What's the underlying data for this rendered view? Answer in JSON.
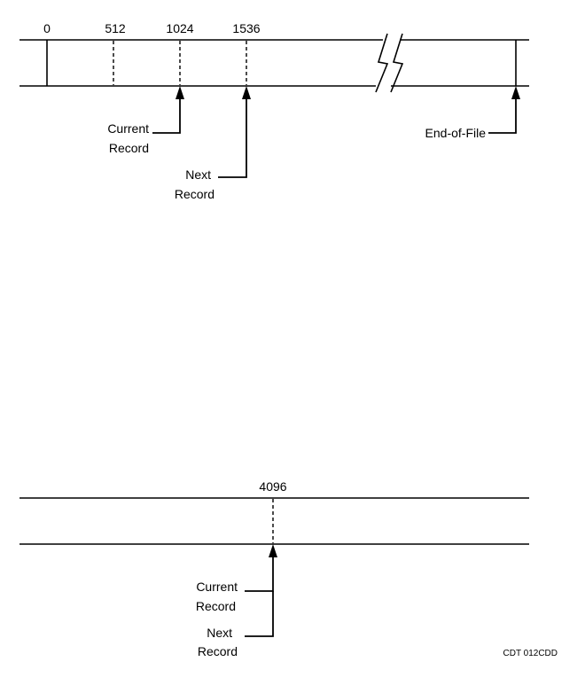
{
  "diagram_top": {
    "offsets": [
      "0",
      "512",
      "1024",
      "1536"
    ],
    "current_record": [
      "Current",
      "Record"
    ],
    "next_record": [
      "Next",
      "Record"
    ],
    "end_of_file": "End-of-File"
  },
  "diagram_bottom": {
    "offset": "4096",
    "current_record": [
      "Current",
      "Record"
    ],
    "next_record": [
      "Next",
      "Record"
    ]
  },
  "caption": "CDT 012CDD"
}
